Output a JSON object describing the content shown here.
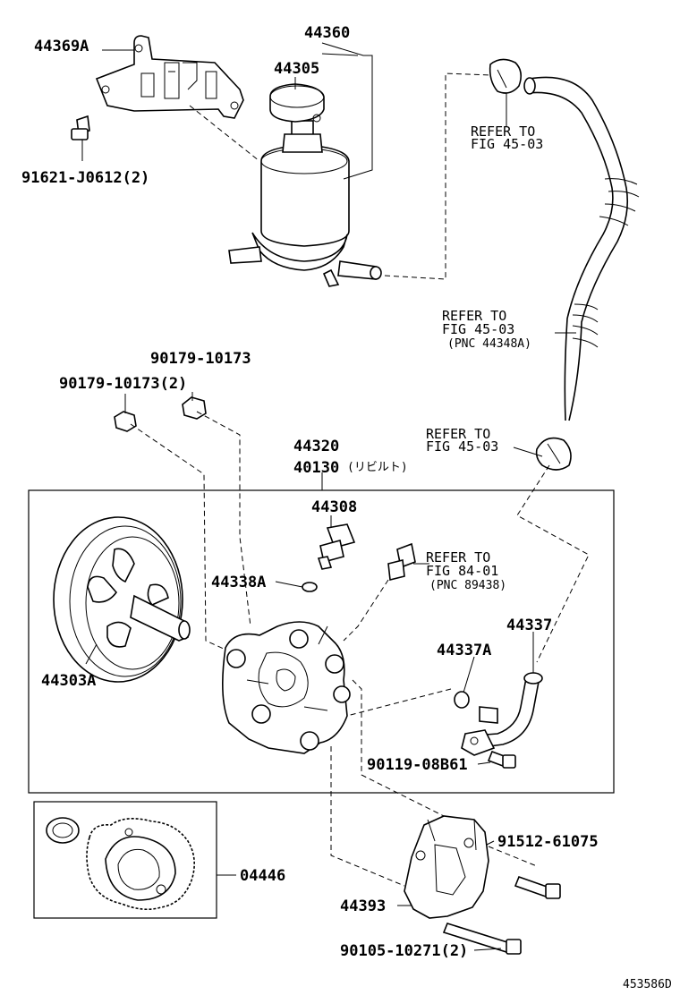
{
  "labels": {
    "p44369A": "44369A",
    "p44360": "44360",
    "p44305": "44305",
    "p91621": "91621-J0612(2)",
    "ref_top": "REFER TO",
    "ref_top_fig": "FIG 45-03",
    "ref_mid": "REFER TO",
    "ref_mid_fig": "FIG 45-03",
    "ref_mid_pnc": "(PNC 44348A)",
    "p90179_a": "90179-10173",
    "p90179_b": "90179-10173(2)",
    "p44320": "44320",
    "p40130": "40130",
    "rebuilt": "(リビルト)",
    "ref_low": "REFER TO",
    "ref_low_fig": "FIG 45-03",
    "p44308": "44308",
    "p44338A": "44338A",
    "ref_84": "REFER TO",
    "ref_84_fig": "FIG 84-01",
    "ref_84_pnc": "(PNC 89438)",
    "p44337": "44337",
    "p44337A": "44337A",
    "p44303A": "44303A",
    "p90119": "90119-08B61",
    "p04446": "04446",
    "p91512": "91512-61075",
    "p44393": "44393",
    "p90105": "90105-10271(2)",
    "diagram_id": "453586D"
  }
}
